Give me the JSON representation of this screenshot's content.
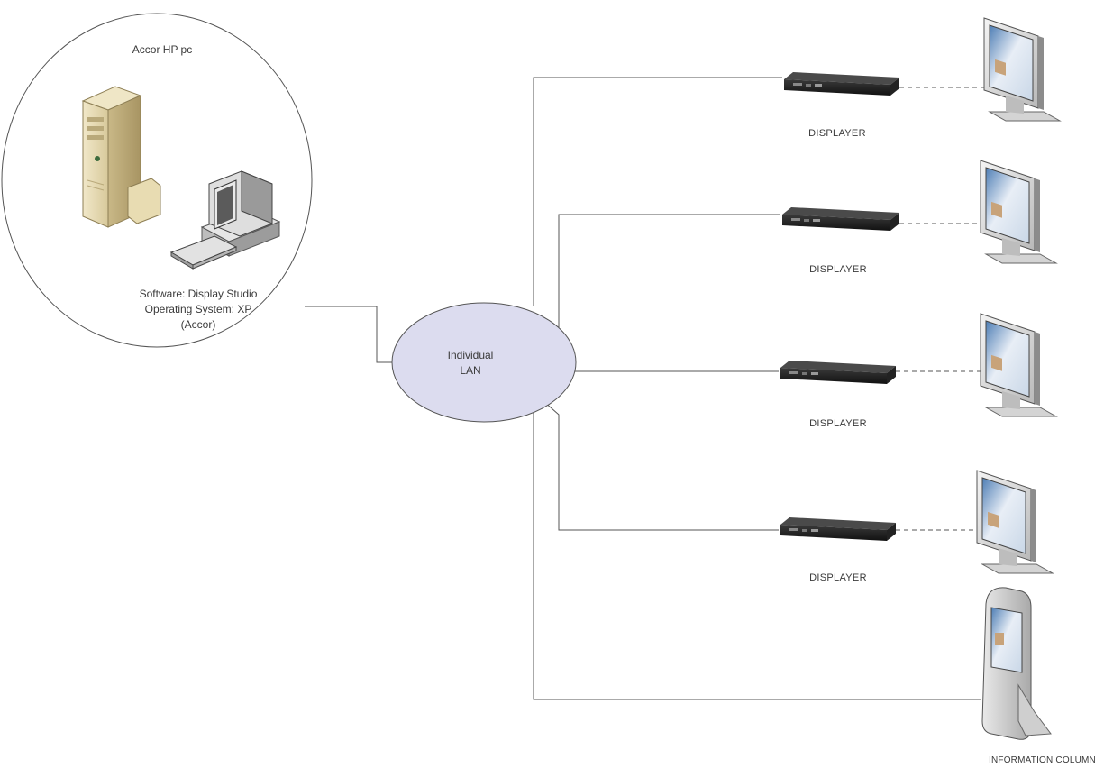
{
  "pc": {
    "title": "Accor HP pc",
    "software_line": "Software: Display Studio",
    "os_line": "Operating System: XP",
    "owner_line": "(Accor)"
  },
  "network": {
    "line1": "Individual",
    "line2": "LAN",
    "fill_color": "#dcdcef"
  },
  "displayers": [
    {
      "label": "DISPLAYER"
    },
    {
      "label": "DISPLAYER"
    },
    {
      "label": "DISPLAYER"
    },
    {
      "label": "DISPLAYER"
    }
  ],
  "column": {
    "label": "INFORMATION COLUMN"
  },
  "icons": {
    "server": "server-tower-icon",
    "desktop": "desktop-computer-icon",
    "keyboard": "keyboard-icon",
    "player": "media-player-box-icon",
    "monitor": "lcd-monitor-icon",
    "kiosk": "information-kiosk-icon"
  }
}
